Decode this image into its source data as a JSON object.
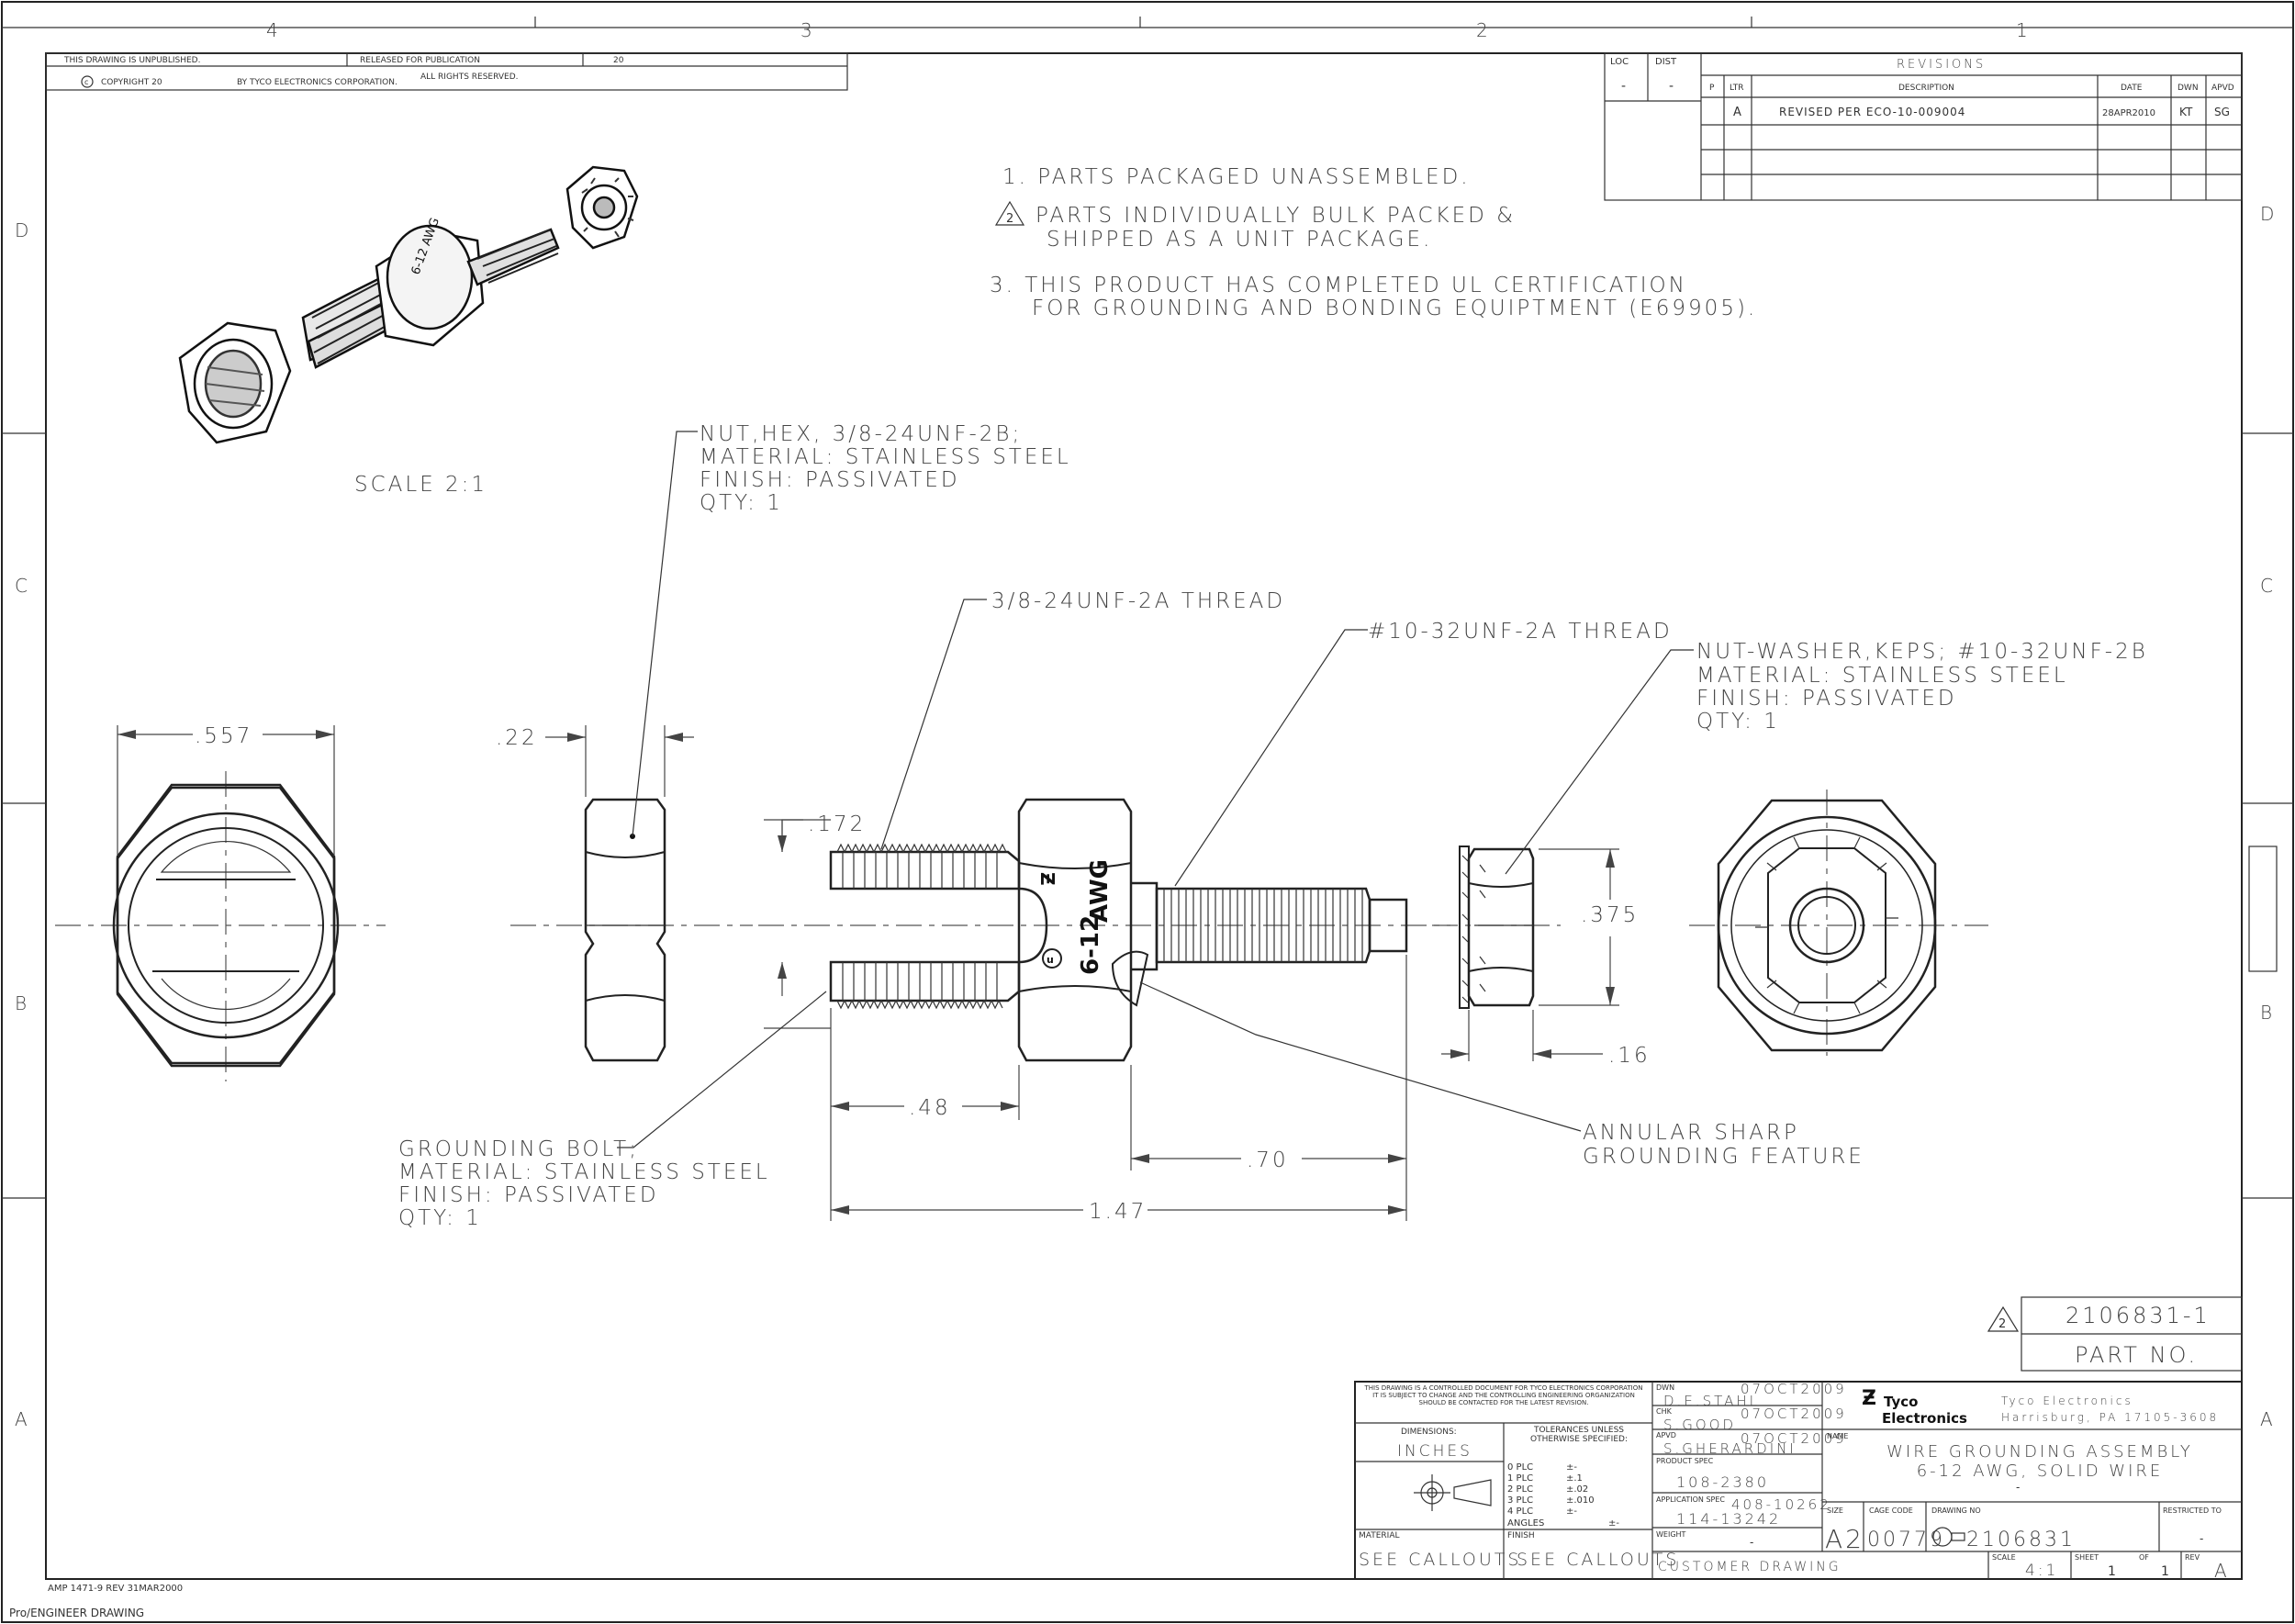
{
  "zones": {
    "top": [
      "4",
      "3",
      "2",
      "1"
    ],
    "side": [
      "D",
      "C",
      "B",
      "A"
    ]
  },
  "header": {
    "unpublished": "THIS DRAWING IS UNPUBLISHED.",
    "released": "RELEASED FOR PUBLICATION",
    "released_year": "20",
    "copyright": "COPYRIGHT 20",
    "copyright_by": "BY TYCO ELECTRONICS CORPORATION.",
    "rights": "ALL RIGHTS RESERVED."
  },
  "revisions": {
    "loc_label": "LOC",
    "dist_label": "DIST",
    "loc": "-",
    "dist": "-",
    "title": "REVISIONS",
    "p_label": "P",
    "ltr_label": "LTR",
    "desc_label": "DESCRIPTION",
    "date_label": "DATE",
    "dwn_label": "DWN",
    "apvd_label": "APVD",
    "rows": [
      {
        "ltr": "A",
        "desc": "REVISED PER ECO-10-009004",
        "date": "28APR2010",
        "dwn": "KT",
        "apvd": "SG"
      }
    ]
  },
  "notes": [
    "1. PARTS PACKAGED UNASSEMBLED.",
    "PARTS INDIVIDUALLY BULK PACKED &",
    "SHIPPED AS A UNIT PACKAGE.",
    "3. THIS PRODUCT HAS COMPLETED UL CERTIFICATION",
    "FOR GROUNDING AND BONDING EQUIPTMENT (E69905)."
  ],
  "flag_note_number": "2",
  "scale_label": "SCALE  2:1",
  "callouts": {
    "nut_hex": [
      "NUT,HEX, 3/8-24UNF-2B;",
      "MATERIAL: STAINLESS STEEL",
      "FINISH: PASSIVATED",
      "QTY: 1"
    ],
    "thread_38": "3/8-24UNF-2A THREAD",
    "thread_10": "#10-32UNF-2A THREAD",
    "nut_washer": [
      "NUT-WASHER,KEPS; #10-32UNF-2B",
      "MATERIAL: STAINLESS STEEL",
      "FINISH: PASSIVATED",
      "QTY: 1"
    ],
    "grounding_bolt": [
      "GROUNDING BOLT;",
      "MATERIAL: STAINLESS STEEL",
      "FINISH: PASSIVATED",
      "QTY: 1"
    ],
    "annular": [
      "ANNULAR SHARP",
      "GROUNDING FEATURE"
    ],
    "bolt_marking_size": "6-12",
    "bolt_marking_awg": "AWG"
  },
  "dimensions": {
    "hex_across": ".557",
    "nut_thickness": ".22",
    "slot_width": ".172",
    "washer_height": ".375",
    "washer_thickness": ".16",
    "slot_length": ".48",
    "thread_length": ".70",
    "overall_length": "1.47"
  },
  "part_no": {
    "flag": "2",
    "number": "2106831-1",
    "label": "PART NO."
  },
  "title_block": {
    "controlled_notice": [
      "THIS DRAWING IS A CONTROLLED DOCUMENT FOR TYCO ELECTRONICS CORPORATION",
      "IT IS SUBJECT TO CHANGE AND THE CONTROLLING ENGINEERING ORGANIZATION",
      "SHOULD BE CONTACTED FOR THE LATEST REVISION."
    ],
    "dimensions_label": "DIMENSIONS:",
    "dimensions_units": "INCHES",
    "tolerances_label": [
      "TOLERANCES UNLESS",
      "OTHERWISE SPECIFIED:"
    ],
    "tolerances": [
      {
        "plc": "0 PLC",
        "val": "±-"
      },
      {
        "plc": "1 PLC",
        "val": "±.1"
      },
      {
        "plc": "2 PLC",
        "val": "±.02"
      },
      {
        "plc": "3 PLC",
        "val": "±.010"
      },
      {
        "plc": "4 PLC",
        "val": "±-"
      },
      {
        "plc": "ANGLES",
        "val": "±-"
      }
    ],
    "material_label": "MATERIAL",
    "material": "SEE CALLOUTS",
    "finish_label": "FINISH",
    "finish": "SEE CALLOUTS",
    "dwn_label": "DWN",
    "dwn_name": "D.E.STAHL",
    "dwn_date": "07OCT2009",
    "chk_label": "CHK",
    "chk_name": "S.GOOD",
    "chk_date": "07OCT2009",
    "apvd_label": "APVD",
    "apvd_name": "S.GHERARDINI",
    "apvd_date": "07OCT2009",
    "product_spec_label": "PRODUCT SPEC",
    "product_spec": "108-2380",
    "application_spec_label": "APPLICATION SPEC",
    "application_spec_a": "408-10262",
    "application_spec_b": "114-13242",
    "weight_label": "WEIGHT",
    "weight": "-",
    "customer_drawing": "CUSTOMER DRAWING",
    "company_logo": "Tyco Electronics",
    "company": "Tyco Electronics",
    "address": "Harrisburg, PA 17105-3608",
    "name_label": "NAME",
    "name_line1": "WIRE GROUNDING ASSEMBLY",
    "name_line2": "6-12 AWG, SOLID WIRE",
    "name_line3": "-",
    "size_label": "SIZE",
    "size": "A2",
    "cage_label": "CAGE CODE",
    "cage": "00779",
    "drawing_no_label": "DRAWING NO",
    "drawing_no": "2106831",
    "restricted_label": "RESTRICTED TO",
    "restricted": "-",
    "scale_label": "SCALE",
    "scale": "4:1",
    "sheet_label": "SHEET",
    "sheet": "1",
    "of_label": "OF",
    "of": "1",
    "rev_label": "REV",
    "rev": "A"
  },
  "footer": {
    "form": "AMP 1471-9 REV 31MAR2000",
    "software": "Pro/ENGINEER DRAWING"
  }
}
